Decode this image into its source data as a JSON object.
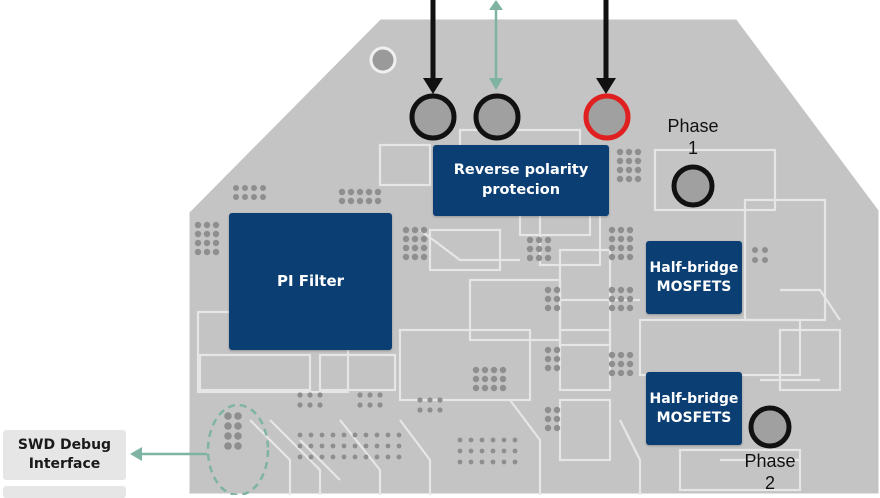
{
  "blocks": {
    "reverse_polarity": "Reverse polarity protecion",
    "pi_filter": "PI Filter",
    "half_bridge_1": "Half-bridge MOSFETS",
    "half_bridge_2": "Half-bridge MOSFETS"
  },
  "phases": {
    "phase1_word": "Phase",
    "phase1_num": "1",
    "phase2_word": "Phase",
    "phase2_num": "2"
  },
  "side_labels": {
    "swd_debug": "SWD Debug Interface"
  },
  "colors": {
    "board": "#c4c4c4",
    "block": "#0b3f74",
    "callout": "#7fb3a3",
    "terminal_red": "#e02020"
  }
}
